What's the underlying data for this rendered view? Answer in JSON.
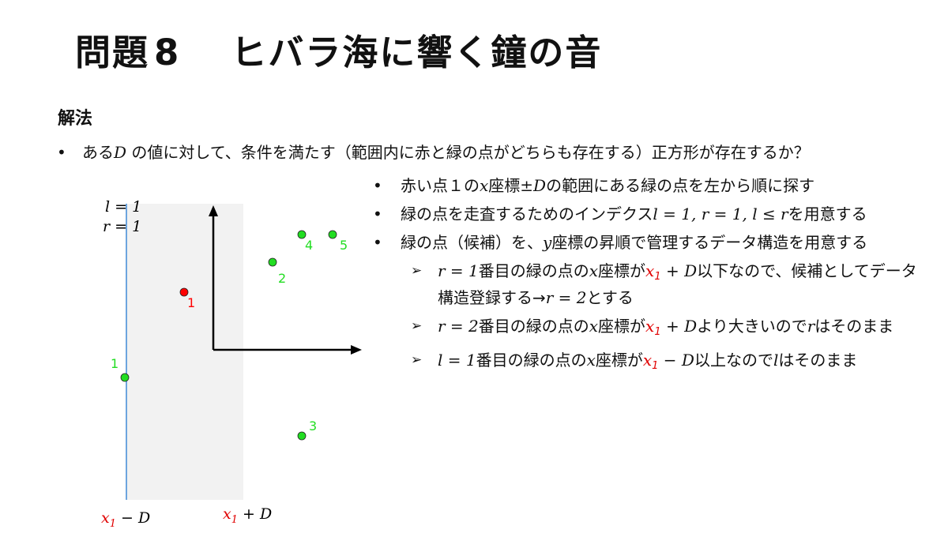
{
  "slide": {
    "title_problem": "問題",
    "title_number": "8",
    "title_subtitle": "ヒバラ海に響く鐘の音",
    "heading": "解法",
    "bullet_main": {
      "part1": "ある",
      "var": "D",
      "part2": " の値に対して、条件を満たす（範囲内に赤と緑の点がどちらも存在する）正方形が存在するか？"
    },
    "right_items": [
      {
        "a": "赤い点１の",
        "v1": "x",
        "b": "座標",
        "v2": "±D",
        "c": "の範囲にある緑の点を左から順に探す"
      },
      {
        "a": "緑の点を走査するためのインデクス",
        "v1": "l = 1, r = 1, l ≤  r",
        "b": "を用意する"
      },
      {
        "a": "緑の点（候補）を、",
        "v1": "y",
        "b": "座標の昇順で管理するデータ構造を用意する"
      }
    ],
    "sub_items": [
      {
        "v1": "r = 1",
        "a": "番目の緑の点の",
        "v2": "x",
        "b": "座標が",
        "red": "x",
        "redsub": "1",
        "v3": " + D",
        "c": "以下なので、候補としてデータ構造登録する→",
        "v4": "r = 2",
        "d": "とする"
      },
      {
        "v1": "r = 2",
        "a": "番目の緑の点の",
        "v2": "x",
        "b": "座標が",
        "red": "x",
        "redsub": "1",
        "v3": " + D",
        "c": "より大きいので",
        "v4": "r",
        "d": "はそのまま"
      },
      {
        "v1": "l = 1",
        "a": "番目の緑の点の",
        "v2": "x",
        "b": "座標が",
        "red": "x",
        "redsub": "1",
        "v3": " − D",
        "c": "以上なので",
        "v4": "l",
        "d": "はそのまま"
      }
    ],
    "bullet_symbol": "•",
    "arrow_symbol": "➢"
  },
  "diagram": {
    "label_l": "l = 1",
    "label_r": "r = 1",
    "left_bound_red": "x",
    "left_bound_sub": "1",
    "left_bound_rest": " − D",
    "right_bound_red": "x",
    "right_bound_sub": "1",
    "right_bound_rest": " + D",
    "red_point_label": "1",
    "green_point_labels": [
      "1",
      "2",
      "3",
      "4",
      "5"
    ],
    "colors": {
      "green": "#22dd22",
      "red": "#ff0000",
      "range": "#f2f2f2",
      "line": "#4a90d9"
    }
  }
}
